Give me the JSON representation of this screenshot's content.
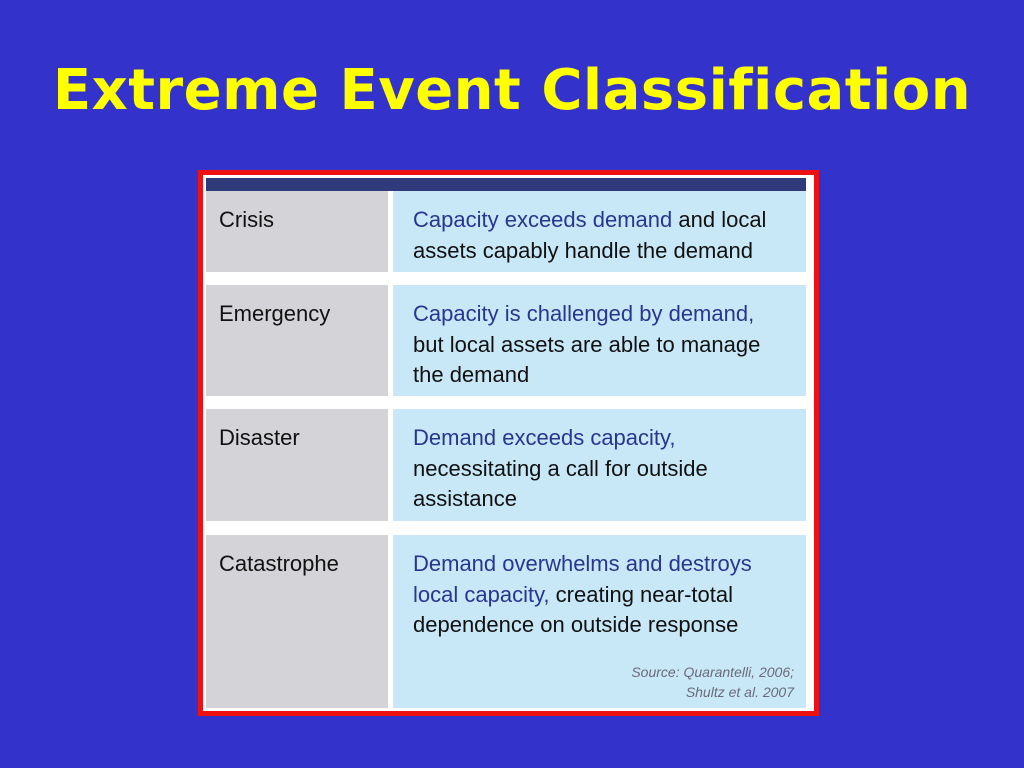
{
  "title": "Extreme Event Classification",
  "colors": {
    "background": "#3333cc",
    "title": "#ffff00",
    "frame_border": "#ee1111",
    "term_cell": "#d3d3d8",
    "definition_cell": "#c8e8f8",
    "highlight_text": "#2a3590"
  },
  "rows": [
    {
      "term": "Crisis",
      "highlight": "Capacity exceeds demand",
      "rest_inline": " and local",
      "rest_lines": [
        "assets capably handle the demand"
      ]
    },
    {
      "term": "Emergency",
      "highlight": "Capacity is challenged by demand,",
      "rest_inline": "",
      "rest_lines": [
        "but local assets are able to manage",
        "the demand"
      ]
    },
    {
      "term": "Disaster",
      "highlight": "Demand exceeds capacity,",
      "rest_inline": "",
      "rest_lines": [
        "necessitating a call for outside",
        "assistance"
      ]
    },
    {
      "term": "Catastrophe",
      "highlight_lines": [
        "Demand overwhelms and destroys",
        "local capacity,"
      ],
      "rest_inline": " creating near-total",
      "rest_lines": [
        "dependence on outside response"
      ]
    }
  ],
  "source": {
    "line1": "Source: Quarantelli, 2006;",
    "line2": "Shultz et al. 2007"
  }
}
